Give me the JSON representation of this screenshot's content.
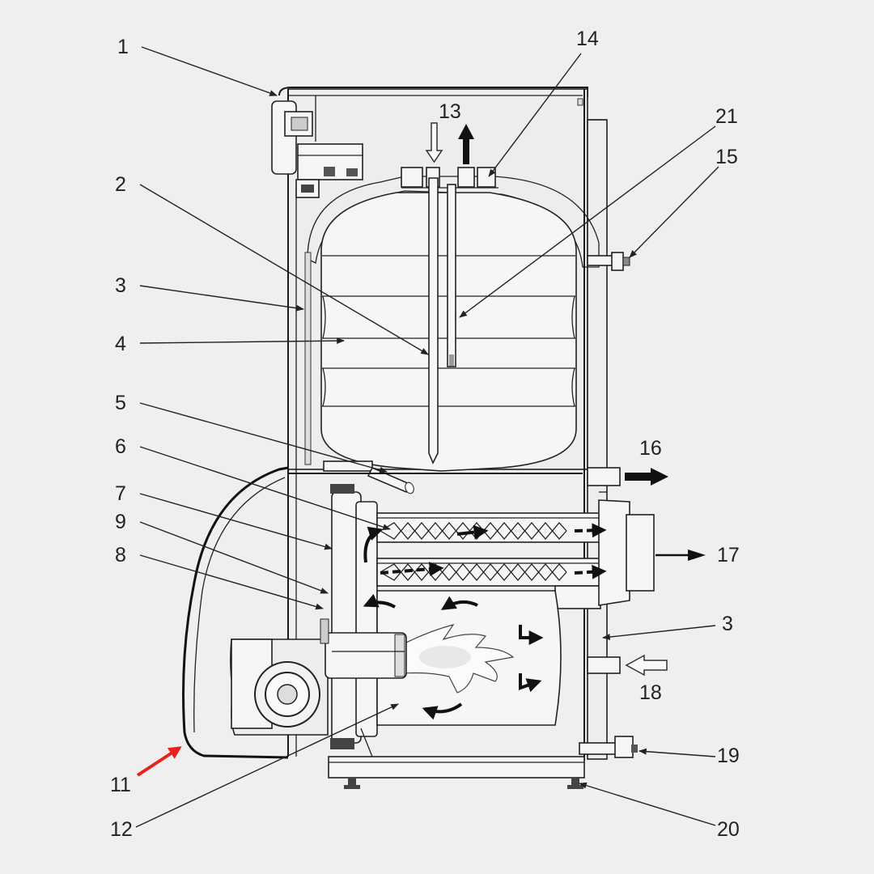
{
  "diagram": {
    "labels": {
      "l1": "1",
      "l2": "2",
      "l3a": "3",
      "l3b": "3",
      "l4": "4",
      "l5": "5",
      "l6": "6",
      "l7": "7",
      "l8": "8",
      "l9": "9",
      "l11": "11",
      "l12": "12",
      "l13": "13",
      "l14": "14",
      "l15": "15",
      "l16": "16",
      "l17": "17",
      "l18": "18",
      "l19": "19",
      "l20": "20",
      "l21": "21"
    },
    "highlight_color": "#e8231e"
  }
}
